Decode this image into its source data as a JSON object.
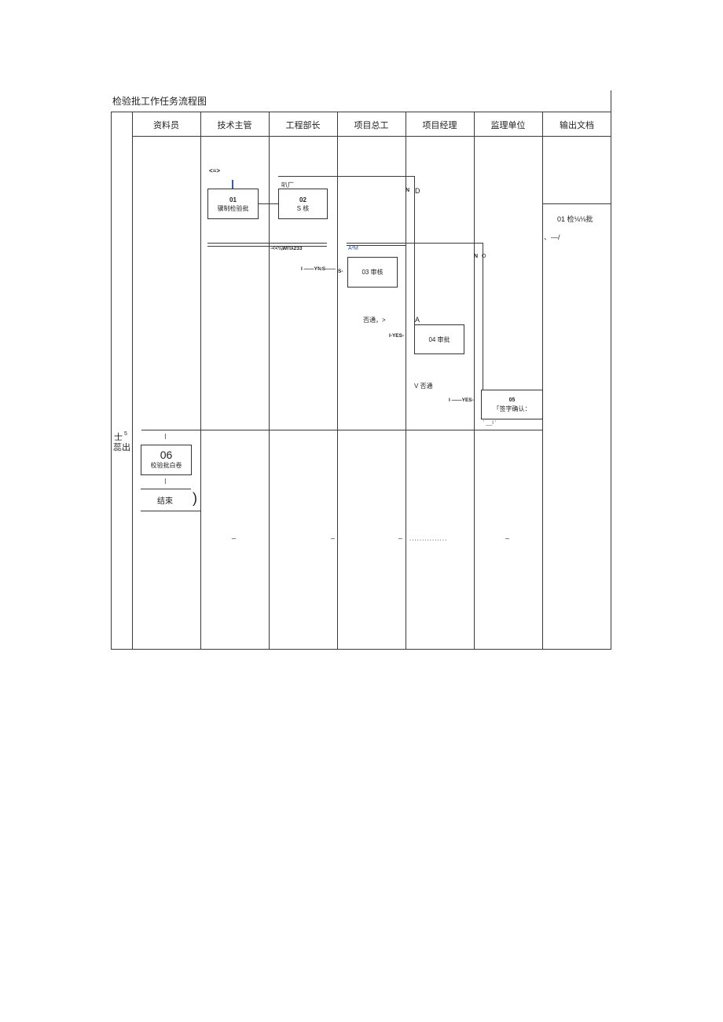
{
  "title": "检验批工作任务流程图",
  "side_label": {
    "main": "士",
    "small": "5",
    "sub": "蕊出"
  },
  "columns": [
    {
      "label": "资料员"
    },
    {
      "label": "技术主管"
    },
    {
      "label": "工程部长"
    },
    {
      "label": "项目总工"
    },
    {
      "label": "项目经理"
    },
    {
      "label": "监理单位"
    },
    {
      "label": "输出文档"
    }
  ],
  "flow": {
    "start": "<≡>",
    "step01": {
      "num": "01",
      "label": "骥制检验批"
    },
    "step02": {
      "num": "02",
      "label": "S 核"
    },
    "step03": {
      "label": "03 审核"
    },
    "step04": {
      "label": "04 审批"
    },
    "step05": {
      "num": "05",
      "label": "「签字确认："
    },
    "step06": {
      "num": "06",
      "label": "校验批白卷"
    },
    "end": {
      "label": "结束",
      "bracket": ")"
    }
  },
  "annotations": {
    "above_02": "叭厂",
    "pm_n": "N",
    "pm_d": "D",
    "return_text": "-<<⅛WΠλ233",
    "chief_tag": "A²M",
    "sup_n": "N",
    "sup_o": "O",
    "yes_to_03": "I ——YfcS——",
    "yes_to_03_tail": "S-",
    "fail_03": "否通，>",
    "pm_arrow": "A",
    "yes_to_04": "I-YES-",
    "fail_04": "V 否通",
    "yes_to_05": "I ——YES-",
    "below_05": "' __I '",
    "connector_mark": "I",
    "dash": "–",
    "dots": "..............."
  },
  "output_doc": {
    "item": "01 检⅛⅛批",
    "mark": "、—/"
  },
  "colors": {
    "line": "#3a3a3a",
    "accent": "#3a5a9a"
  }
}
